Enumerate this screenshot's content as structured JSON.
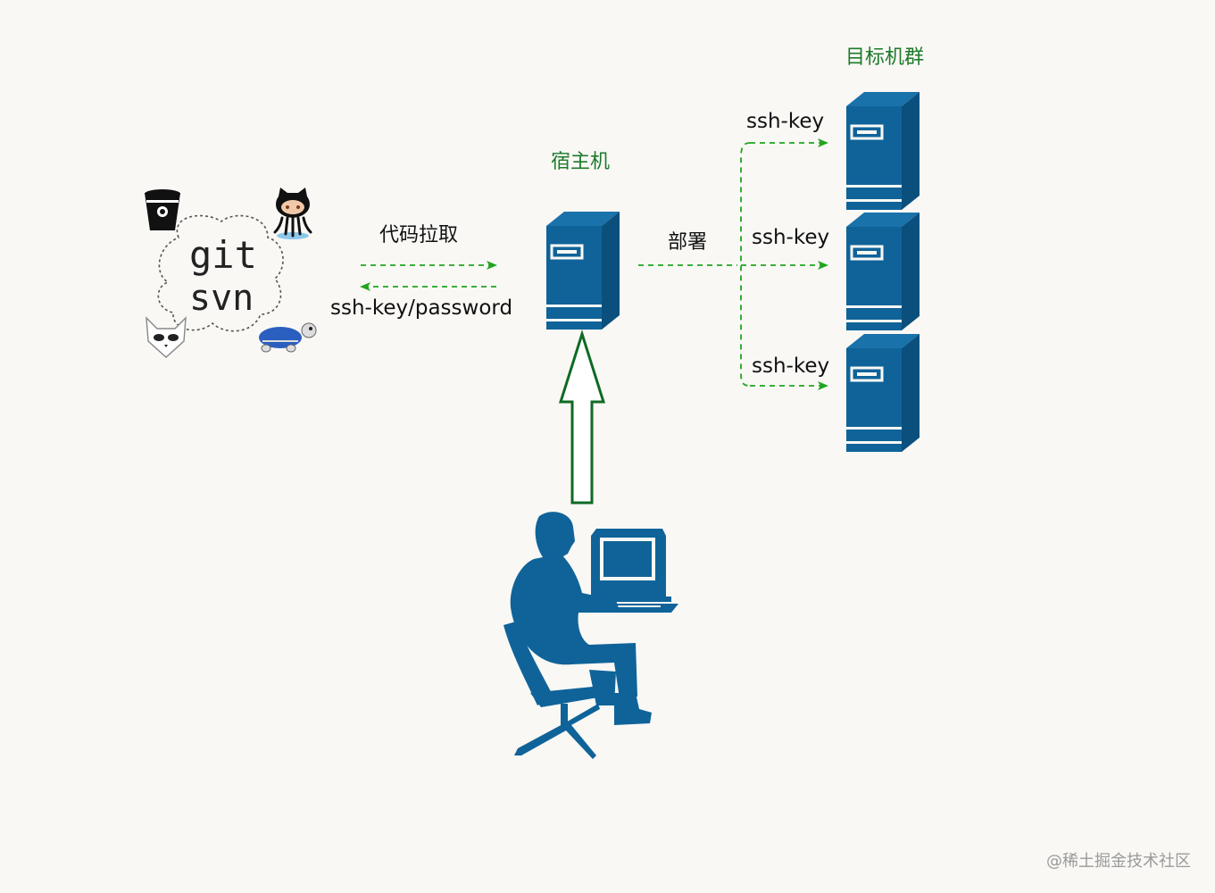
{
  "colors": {
    "background": "#f9f8f5",
    "server_blue": "#0f6399",
    "arrow_green": "#1ea51e",
    "label_green": "#1e7a2a",
    "up_arrow_green": "#0f6a23"
  },
  "labels": {
    "host": "宿主机",
    "cluster": "目标机群",
    "pull": "代码拉取",
    "auth": "ssh-key/password",
    "deploy": "部署",
    "ssh_key_1": "ssh-key",
    "ssh_key_2": "ssh-key",
    "ssh_key_3": "ssh-key"
  },
  "repo": {
    "line1": "git",
    "line2": "svn",
    "icons": [
      "bitbucket-icon",
      "github-octocat-icon",
      "gitlab-fox-icon",
      "tortoise-svn-icon"
    ]
  },
  "watermark": "@稀土掘金技术社区"
}
